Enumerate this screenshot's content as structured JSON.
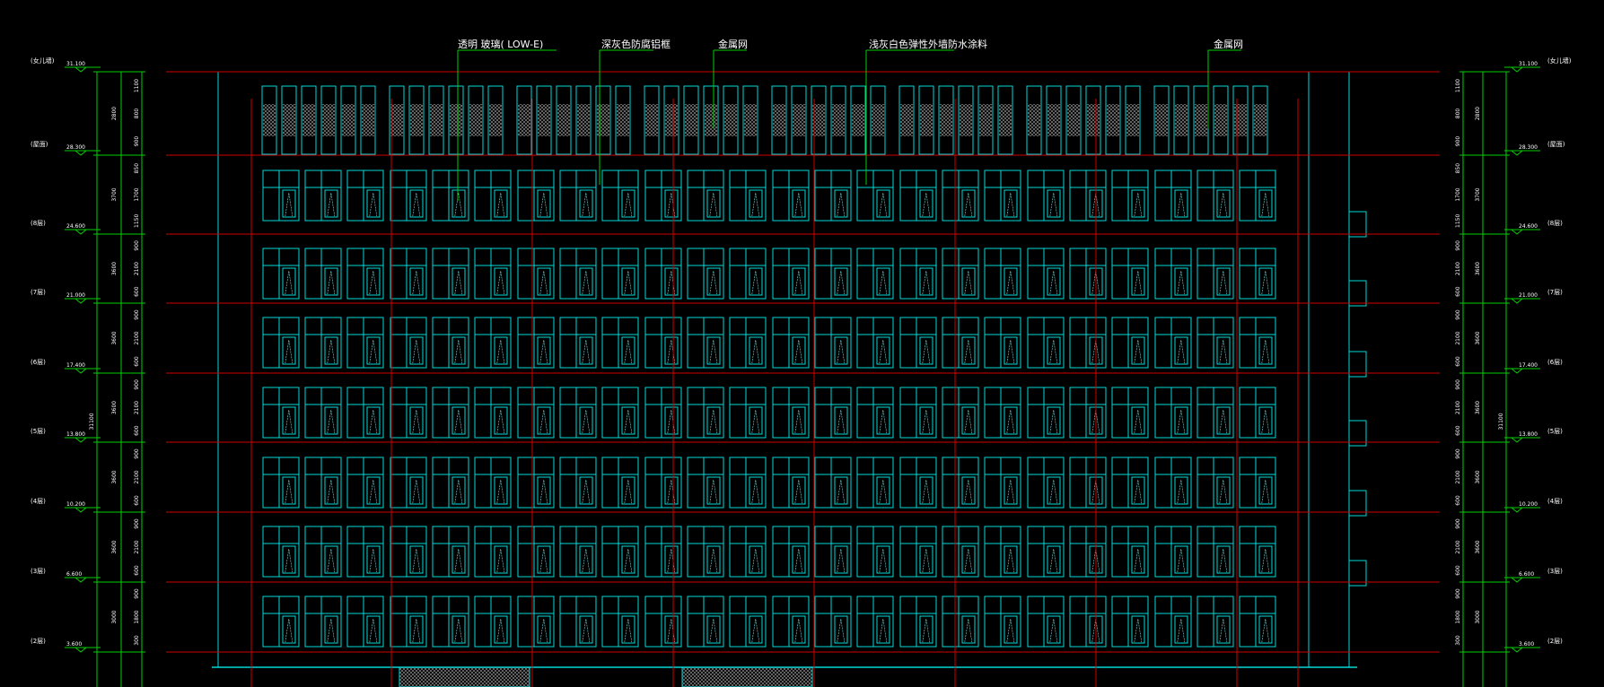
{
  "drawing": {
    "background": "#000000",
    "colors": {
      "facade": "#00d8d8",
      "axis": "#d00000",
      "dimension": "#00d000",
      "text": "#ffffff",
      "leader": "#00d000"
    },
    "callouts": [
      {
        "text": "透明  玻璃( LOW-E)"
      },
      {
        "text": "深灰色防腐铝框"
      },
      {
        "text": "金属网"
      },
      {
        "text": "浅灰白色弹性外墙防水涂料"
      },
      {
        "text": "金属网"
      }
    ],
    "levels_left": [
      {
        "name": "(女儿墙)",
        "elev": "31.100"
      },
      {
        "name": "(屋面)",
        "elev": "28.300"
      },
      {
        "name": "(8层)",
        "elev": "24.600"
      },
      {
        "name": "(7层)",
        "elev": "21.000"
      },
      {
        "name": "(6层)",
        "elev": "17.400"
      },
      {
        "name": "(5层)",
        "elev": "13.800"
      },
      {
        "name": "(4层)",
        "elev": "10.200"
      },
      {
        "name": "(3层)",
        "elev": "6.600"
      },
      {
        "name": "(2层)",
        "elev": "3.600"
      }
    ],
    "levels_right": [
      {
        "name": "(女儿墙)",
        "elev": "31.100"
      },
      {
        "name": "(屋面)",
        "elev": "28.300"
      },
      {
        "name": "(8层)",
        "elev": "24.600"
      },
      {
        "name": "(7层)",
        "elev": "21.000"
      },
      {
        "name": "(6层)",
        "elev": "17.400"
      },
      {
        "name": "(5层)",
        "elev": "13.800"
      },
      {
        "name": "(4层)",
        "elev": "10.200"
      },
      {
        "name": "(3层)",
        "elev": "6.600"
      },
      {
        "name": "(2层)",
        "elev": "3.600"
      }
    ],
    "storey_heights": [
      "2800",
      "3700",
      "3600",
      "3600",
      "3600",
      "3600",
      "3600",
      "3000"
    ],
    "sub_dims": [
      [
        "1100",
        "800",
        "900"
      ],
      [
        "850",
        "1700",
        "1150"
      ],
      [
        "900",
        "2100",
        "600"
      ],
      [
        "900",
        "2100",
        "600"
      ],
      [
        "900",
        "2100",
        "600"
      ],
      [
        "900",
        "2100",
        "600"
      ],
      [
        "900",
        "2100",
        "600"
      ],
      [
        "900",
        "1800",
        "300"
      ]
    ],
    "total_height": "31100"
  }
}
